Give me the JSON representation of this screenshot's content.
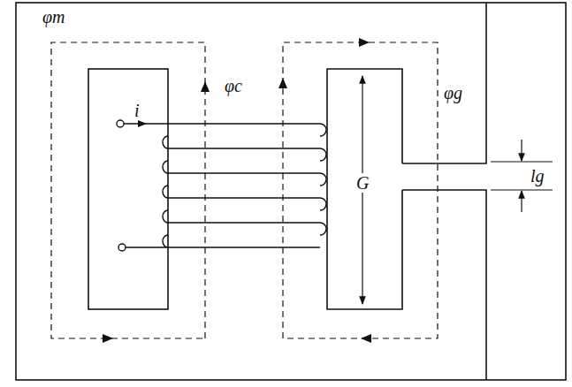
{
  "diagram": {
    "labels": [
      "φm",
      "i",
      "φc",
      "φg",
      "G",
      "lg"
    ]
  }
}
